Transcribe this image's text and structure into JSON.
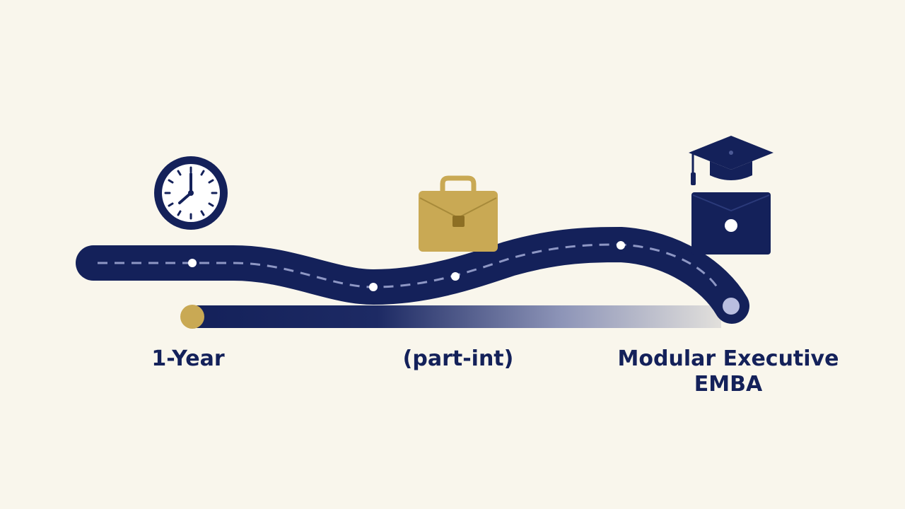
{
  "colors": {
    "background": "#f9f6ec",
    "navy": "#14215a",
    "gold": "#c9a954",
    "dash": "#8e97c4"
  },
  "icons": [
    "clock-icon",
    "briefcase-icon",
    "graduation-cap-icon"
  ],
  "stages": [
    {
      "label": "1-Year",
      "icon": "clock-icon"
    },
    {
      "label": "(part-int)",
      "icon": "briefcase-icon"
    },
    {
      "label": "Modular Executive EMBA",
      "icon": "graduation-cap-icon"
    }
  ]
}
